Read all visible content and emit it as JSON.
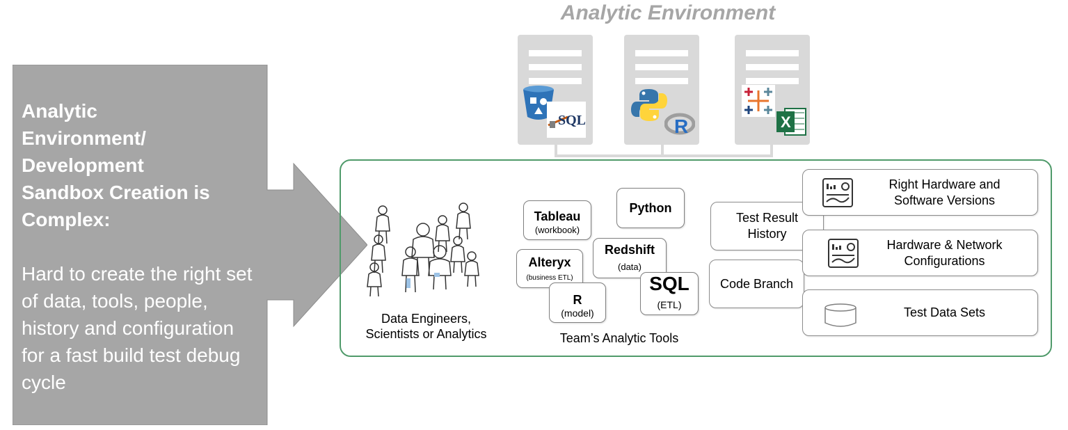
{
  "title": "Analytic Environment",
  "servers": [
    {
      "name": "server-1",
      "icons": [
        "s3-bucket-icon",
        "sql-icon"
      ],
      "icon_texts": [
        "SQL"
      ]
    },
    {
      "name": "server-2",
      "icons": [
        "python-logo-icon",
        "r-logo-icon"
      ],
      "icon_texts": [
        "R"
      ]
    },
    {
      "name": "server-3",
      "icons": [
        "tableau-logo-icon",
        "excel-logo-icon"
      ],
      "icon_texts": [
        "X"
      ]
    }
  ],
  "arrow": {
    "heading": "Analytic\nEnvironment/\nDevelopment\nSandbox Creation is\nComplex:",
    "body": "Hard to create the right set of data, tools, people, history and configuration for a fast build test debug cycle",
    "color": "#a6a6a6"
  },
  "people": {
    "icon": "people-crowd-icon",
    "caption_line1": "Data Engineers,",
    "caption_line2": "Scientists or Analytics"
  },
  "tools": {
    "caption": "Team’s Analytic Tools",
    "items": [
      {
        "name": "Tableau",
        "sub": "(workbook)"
      },
      {
        "name": "Python",
        "sub": ""
      },
      {
        "name": "Alteryx",
        "sub": "(business ETL)"
      },
      {
        "name": "Redshift",
        "sub": "(data)"
      },
      {
        "name": "SQL",
        "sub": "(ETL)"
      },
      {
        "name": "R",
        "sub": "(model)"
      }
    ]
  },
  "middle": {
    "test_result_line1": "Test Result",
    "test_result_line2": "History",
    "code_branch": "Code Branch"
  },
  "right_items": [
    {
      "line1": "Right Hardware and",
      "line2": "Software Versions",
      "icon": "dashboard-report-icon"
    },
    {
      "line1": "Hardware & Network",
      "line2": "Configurations",
      "icon": "dashboard-report-icon"
    },
    {
      "line1": "Test Data Sets",
      "line2": "",
      "icon": "database-cylinder-icon"
    }
  ],
  "colors": {
    "container_border": "#4f9a6a",
    "server_gray": "#d9d9d9",
    "title_gray": "#a6a6a6",
    "python_blue": "#3776ab",
    "python_yellow": "#ffd43b",
    "excel_green": "#1e7145",
    "s3_blue": "#2e73b8"
  }
}
